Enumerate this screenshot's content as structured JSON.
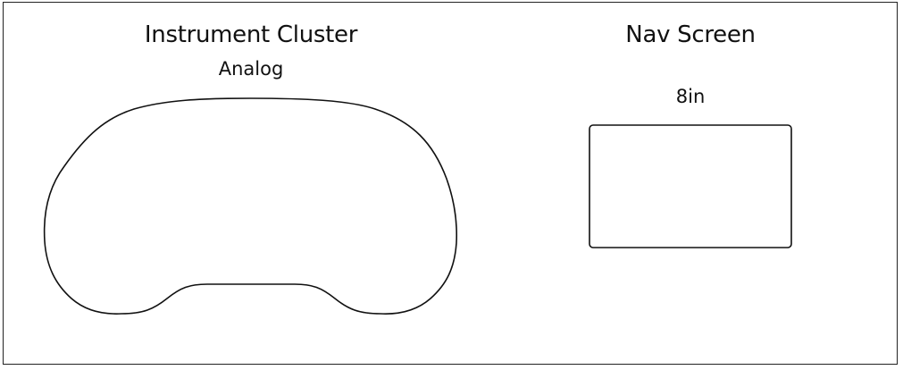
{
  "instrument_cluster": {
    "title": "Instrument Cluster",
    "subtitle": "Analog",
    "shape": "cluster-outline"
  },
  "nav_screen": {
    "title": "Nav Screen",
    "subtitle": "8in",
    "shape": "rounded-rectangle"
  },
  "colors": {
    "stroke": "#111111",
    "background": "#ffffff",
    "frame": "#222222"
  }
}
